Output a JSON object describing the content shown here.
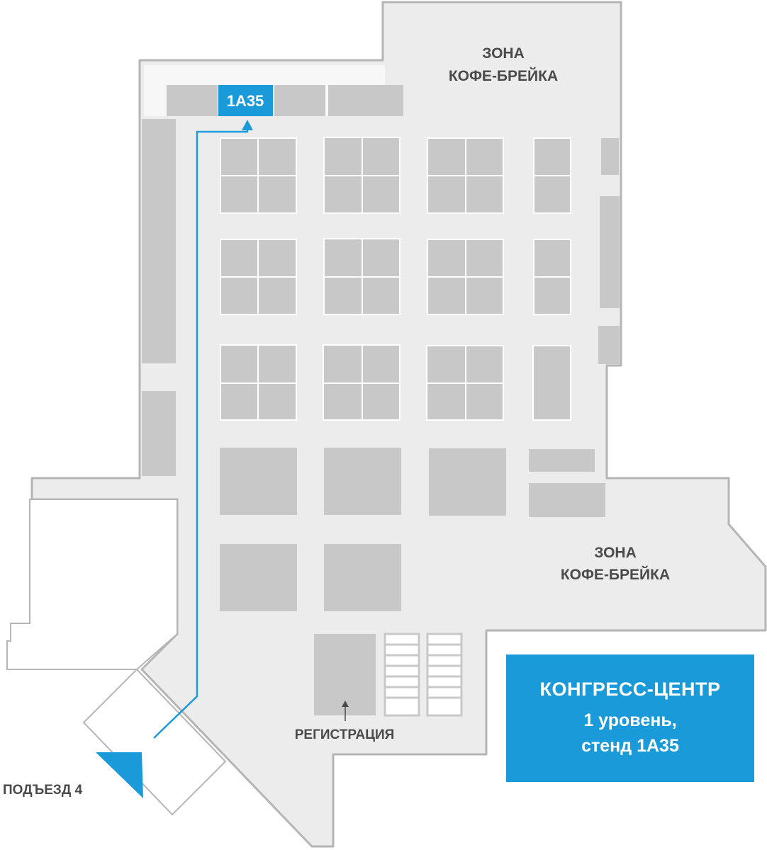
{
  "colors": {
    "accent": "#1a9ad9",
    "floor": "#ececec",
    "stand": "#c8c8c8",
    "wall": "#b5b5b5",
    "text": "#4a4a4a"
  },
  "map": {
    "highlighted_stand": "1А35",
    "zones": {
      "coffee_top": [
        "ЗОНА",
        "КОФЕ-БРЕЙКА"
      ],
      "coffee_right": [
        "ЗОНА",
        "КОФЕ-БРЕЙКА"
      ],
      "registration": "РЕГИСТРАЦИЯ"
    },
    "entrance": "ПОДЪЕЗД 4"
  },
  "info": {
    "venue": "КОНГРЕСС-ЦЕНТР",
    "level": "1 уровень,",
    "stand": "стенд 1А35"
  }
}
